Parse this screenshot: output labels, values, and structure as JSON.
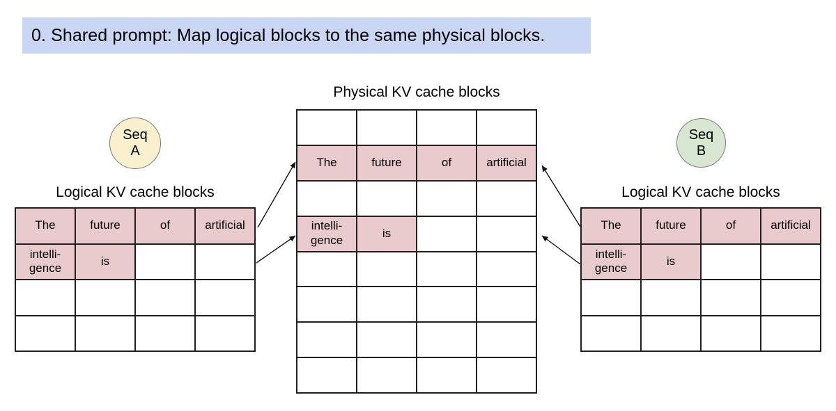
{
  "banner": {
    "text": "0. Shared prompt: Map logical blocks to the same physical blocks."
  },
  "colors": {
    "banner_bg": "#c9d6f4",
    "cell_fill": "#e9cbcd",
    "seq_a_fill": "#faf0cd",
    "seq_b_fill": "#d8e7d2",
    "line_color": "#1f1f1f"
  },
  "physical_table": {
    "title": "Physical KV cache blocks",
    "rows": 8,
    "cols": 4,
    "filled_cells": [
      {
        "row": 1,
        "col": 0,
        "text": "The"
      },
      {
        "row": 1,
        "col": 1,
        "text": "future"
      },
      {
        "row": 1,
        "col": 2,
        "text": "of"
      },
      {
        "row": 1,
        "col": 3,
        "text": "artificial"
      },
      {
        "row": 3,
        "col": 0,
        "text": "intelli-\ngence"
      },
      {
        "row": 3,
        "col": 1,
        "text": "is"
      }
    ]
  },
  "sequence_a": {
    "badge_line1": "Seq",
    "badge_line2": "A",
    "table_title": "Logical KV cache blocks",
    "table": {
      "rows": 4,
      "cols": 4,
      "filled_cells": [
        {
          "row": 0,
          "col": 0,
          "text": "The"
        },
        {
          "row": 0,
          "col": 1,
          "text": "future"
        },
        {
          "row": 0,
          "col": 2,
          "text": "of"
        },
        {
          "row": 0,
          "col": 3,
          "text": "artificial"
        },
        {
          "row": 1,
          "col": 0,
          "text": "intelli-\ngence"
        },
        {
          "row": 1,
          "col": 1,
          "text": "is"
        }
      ]
    }
  },
  "sequence_b": {
    "badge_line1": "Seq",
    "badge_line2": "B",
    "table_title": "Logical KV cache blocks",
    "table": {
      "rows": 4,
      "cols": 4,
      "filled_cells": [
        {
          "row": 0,
          "col": 0,
          "text": "The"
        },
        {
          "row": 0,
          "col": 1,
          "text": "future"
        },
        {
          "row": 0,
          "col": 2,
          "text": "of"
        },
        {
          "row": 0,
          "col": 3,
          "text": "artificial"
        },
        {
          "row": 1,
          "col": 0,
          "text": "intelli-\ngence"
        },
        {
          "row": 1,
          "col": 1,
          "text": "is"
        }
      ]
    }
  }
}
